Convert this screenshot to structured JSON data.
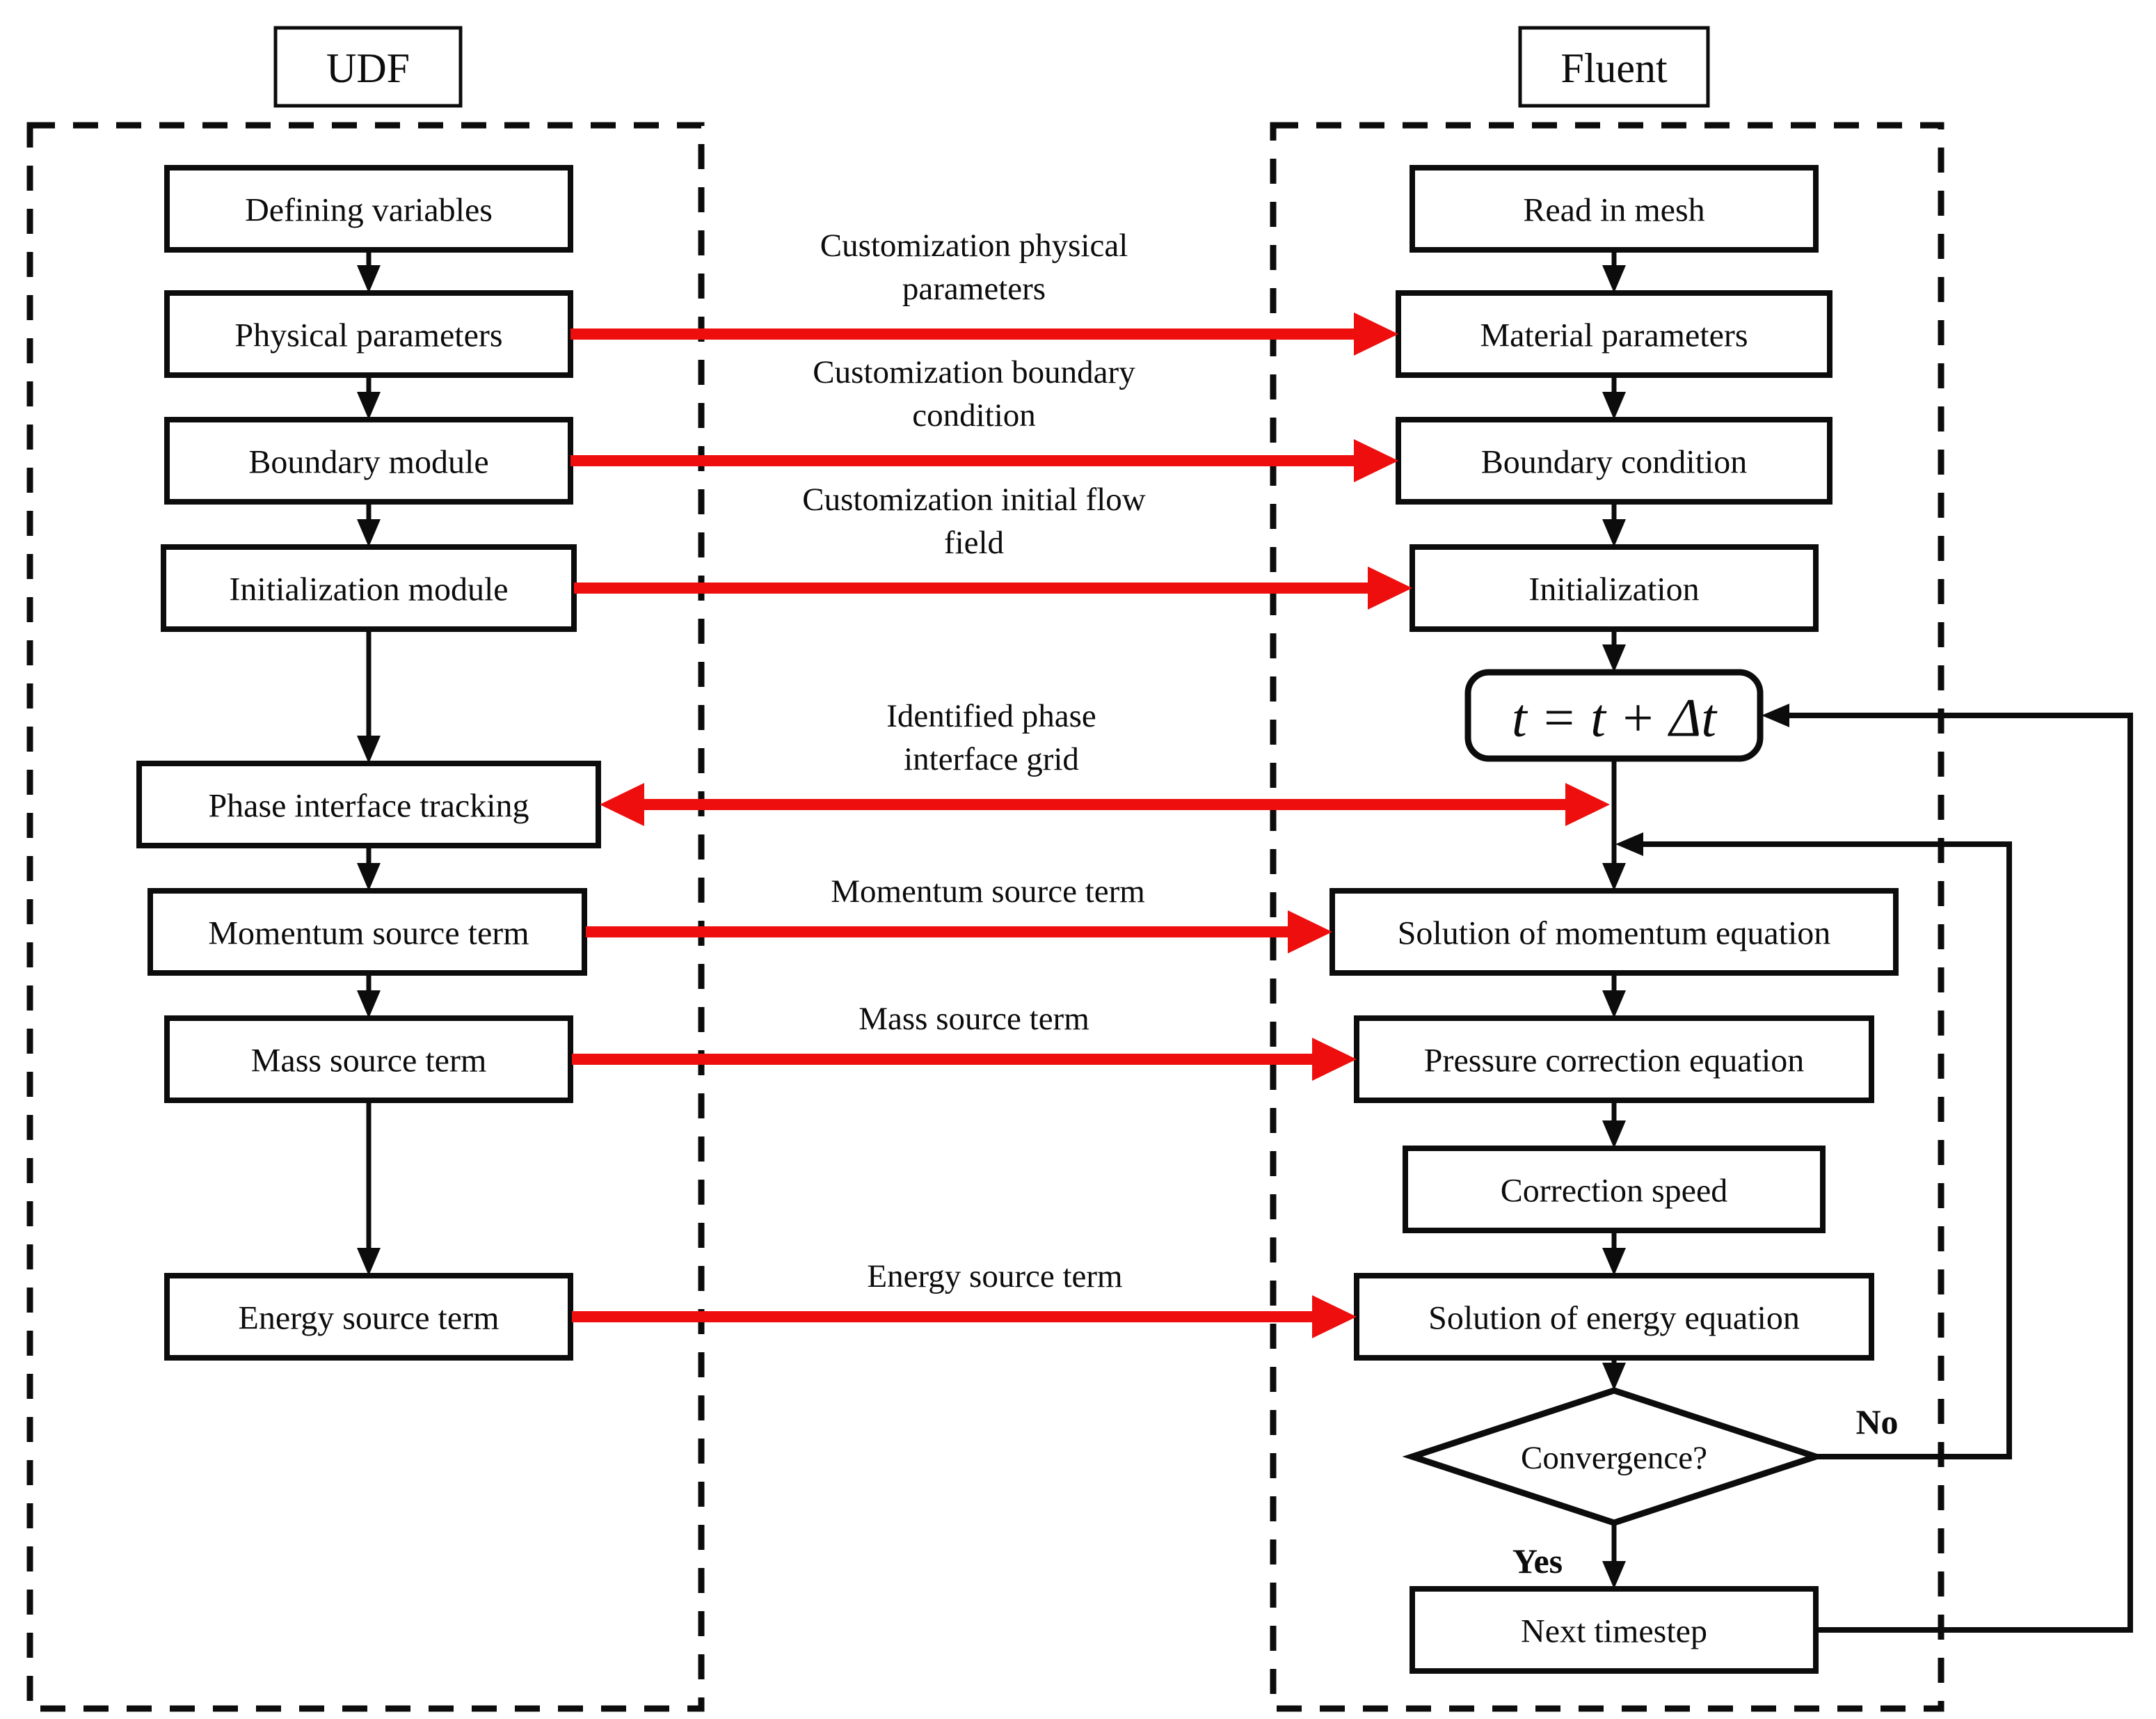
{
  "figure": {
    "colors": {
      "line": "#0c0c0c",
      "red_arrow": "#ee0e0e",
      "background": "#ffffff"
    },
    "udf": {
      "title": "UDF",
      "boxes": [
        {
          "label": "Defining variables"
        },
        {
          "label": "Physical parameters"
        },
        {
          "label": "Boundary module"
        },
        {
          "label": "Initialization module"
        },
        {
          "label": "Phase interface tracking"
        },
        {
          "label": "Momentum source term"
        },
        {
          "label": "Mass source term"
        },
        {
          "label": "Energy source term"
        }
      ]
    },
    "fluent": {
      "title": "Fluent",
      "boxes": [
        {
          "label": "Read in mesh"
        },
        {
          "label": "Material parameters"
        },
        {
          "label": "Boundary condition"
        },
        {
          "label": "Initialization"
        },
        {
          "label": "t = t + Δt"
        },
        {
          "label": "Solution of momentum equation"
        },
        {
          "label": "Pressure correction equation"
        },
        {
          "label": "Correction speed"
        },
        {
          "label": "Solution of energy equation"
        },
        {
          "label": "Convergence?"
        },
        {
          "label": "Next timestep"
        }
      ],
      "decision": {
        "yes_label": "Yes",
        "no_label": "No"
      }
    },
    "links": [
      {
        "lines": [
          "Customization physical",
          "parameters"
        ]
      },
      {
        "lines": [
          "Customization boundary",
          "condition"
        ]
      },
      {
        "lines": [
          "Customization initial flow",
          "field"
        ]
      },
      {
        "lines": [
          "Identified phase",
          "interface grid"
        ]
      },
      {
        "lines": [
          "Momentum source term"
        ]
      },
      {
        "lines": [
          "Mass source term"
        ]
      },
      {
        "lines": [
          "Energy source term"
        ]
      }
    ]
  }
}
